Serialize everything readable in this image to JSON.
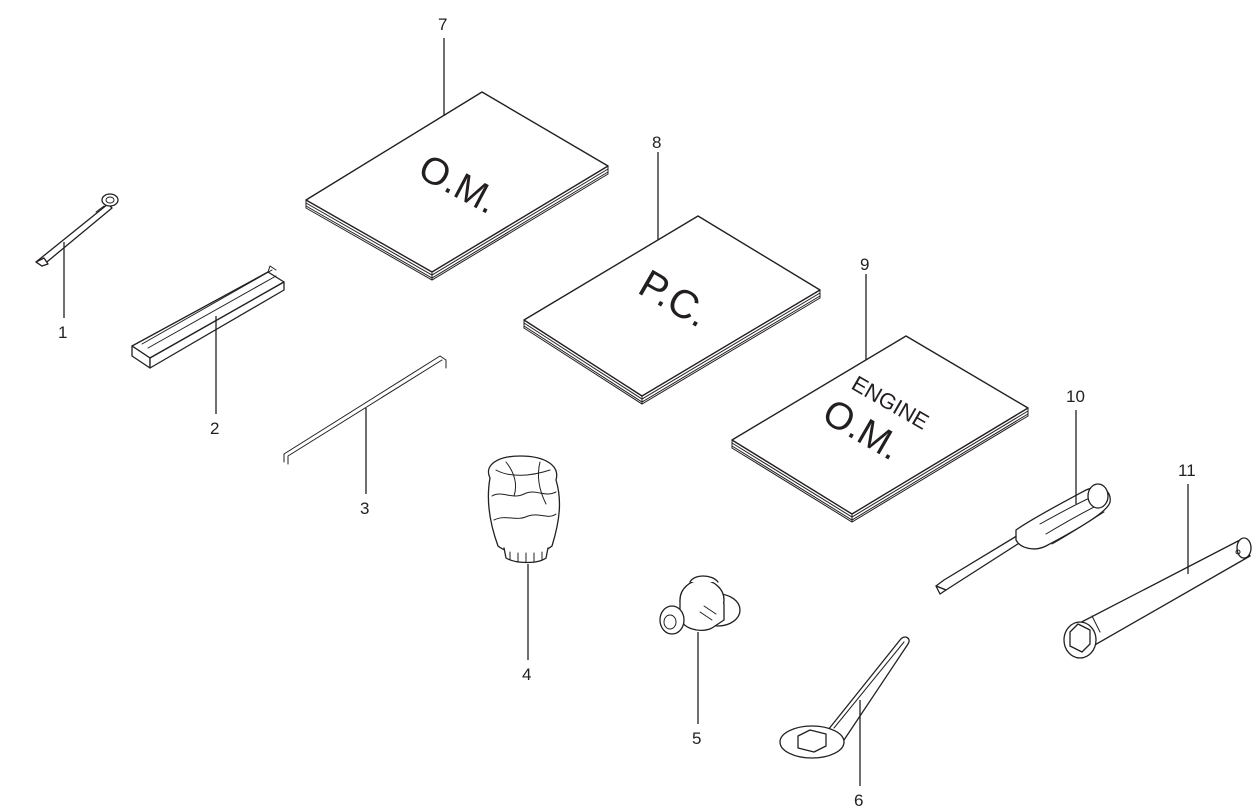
{
  "callouts": {
    "c1": "1",
    "c2": "2",
    "c3": "3",
    "c4": "4",
    "c5": "5",
    "c6": "6",
    "c7": "7",
    "c8": "8",
    "c9": "9",
    "c10": "10",
    "c11": "11"
  },
  "books": {
    "om_title": "O.M.",
    "pc_title": "P.C.",
    "engine_line1": "ENGINE",
    "engine_line2": "O.M."
  }
}
